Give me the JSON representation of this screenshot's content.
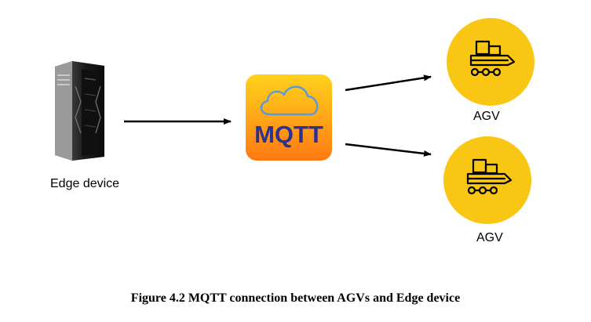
{
  "nodes": {
    "edge_device": {
      "label": "Edge device"
    },
    "broker": {
      "label": "MQTT"
    },
    "agv_top": {
      "label": "AGV"
    },
    "agv_bottom": {
      "label": "AGV"
    }
  },
  "caption": "Figure 4.2 MQTT connection between AGVs and Edge device",
  "colors": {
    "agv_circle": "#F9C713",
    "broker_top": "#FFD21C",
    "broker_bottom": "#FF7A12",
    "broker_text": "#2E3192",
    "cloud": "#5B9BD5",
    "arrow": "#000000"
  },
  "icons": {
    "edge_device": "server-tower-icon",
    "broker": "mqtt-cloud-icon",
    "agv": "agv-truck-icon"
  }
}
